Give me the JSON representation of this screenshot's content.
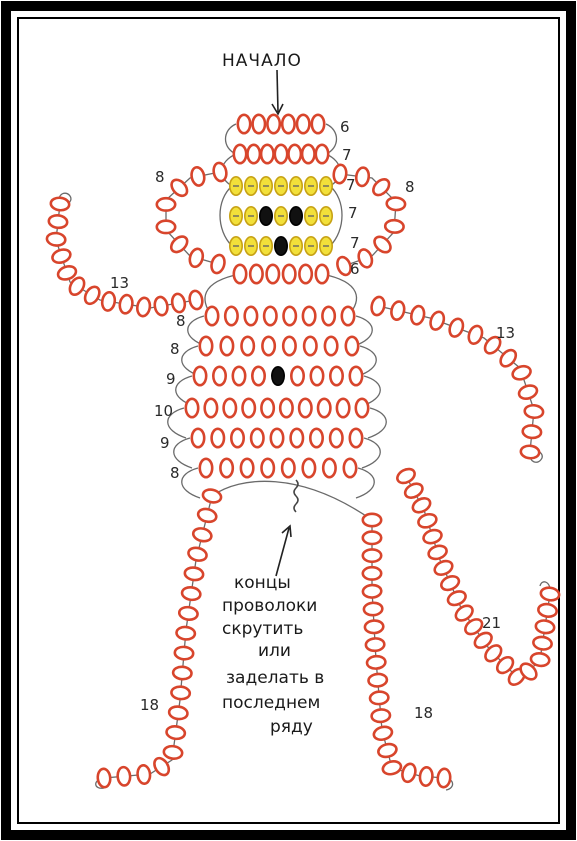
{
  "labels": {
    "start": "НАЧАЛО",
    "note_lines": [
      "концы",
      "проволоки",
      "скрутить",
      "или",
      "заделать в",
      "последнем",
      "ряду"
    ]
  },
  "row_counts": {
    "head": [
      "6",
      "7",
      "7",
      "7",
      "7",
      "6"
    ],
    "ear_left": "8",
    "ear_right": "8",
    "arm_left": "13",
    "arm_right": "13",
    "body": [
      "8",
      "8",
      "9",
      "10",
      "9",
      "8"
    ],
    "leg_left": "18",
    "leg_right": "18",
    "tail": "21"
  },
  "colors": {
    "frame": "#000000",
    "bead_red": "#d8452c",
    "bead_yellow": "#f2e03a",
    "bead_black": "#111111",
    "wire": "#6a6a6a"
  },
  "icons": [
    "arrow-down-icon",
    "arrow-up-icon"
  ]
}
